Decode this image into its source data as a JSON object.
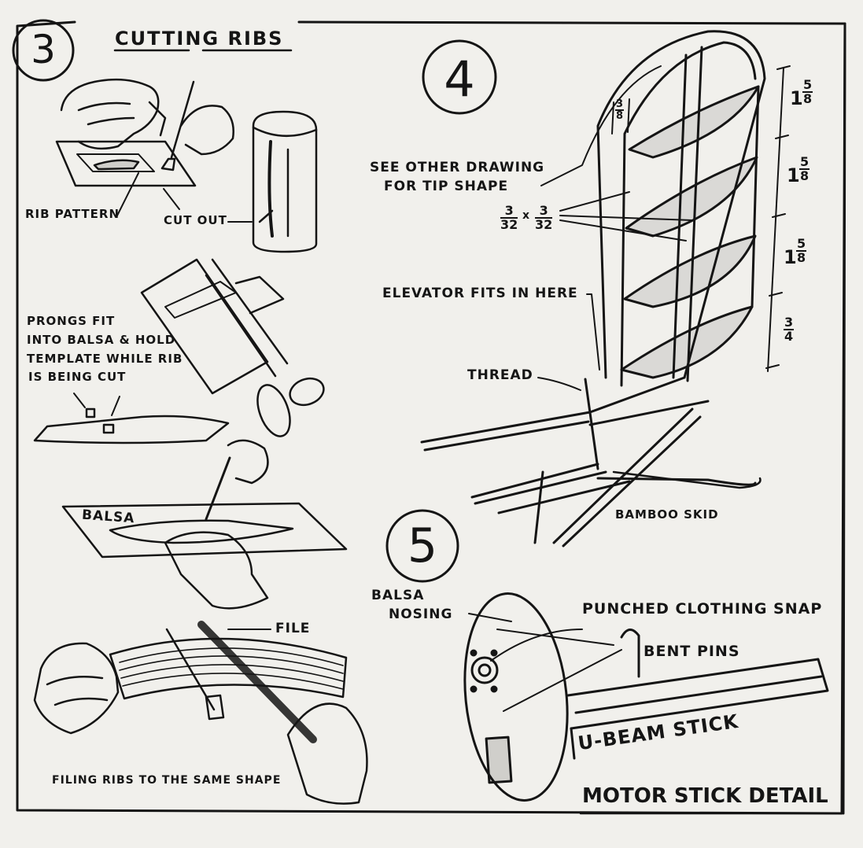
{
  "section3": {
    "number": "3",
    "title": "CUTTING RIBS",
    "rib_pattern": "RIB PATTERN",
    "cut_out": "CUT OUT",
    "prongs_note": [
      "PRONGS FIT",
      "INTO BALSA & HOLD",
      "TEMPLATE WHILE RIB",
      "IS BEING CUT"
    ],
    "balsa": "BALSA",
    "file": "FILE",
    "filing_caption": "FILING RIBS TO THE SAME SHAPE"
  },
  "section4": {
    "number": "4",
    "tip_note": [
      "SEE OTHER DRAWING",
      "FOR TIP SHAPE"
    ],
    "spar_size": "3/32 x 3/32",
    "spar_size_parts": {
      "a_num": "3",
      "a_den": "32",
      "x": "x",
      "b_num": "3",
      "b_den": "32"
    },
    "elevator_note": "ELEVATOR FITS IN HERE",
    "thread": "THREAD",
    "skid": "BAMBOO SKID",
    "dimensions": [
      {
        "whole": "1",
        "num": "5",
        "den": "8"
      },
      {
        "whole": "1",
        "num": "5",
        "den": "8"
      },
      {
        "whole": "1",
        "num": "5",
        "den": "8"
      },
      {
        "whole": "",
        "num": "3",
        "den": "4"
      }
    ],
    "top_dim": {
      "num": "3",
      "den": "8"
    }
  },
  "section5": {
    "number": "5",
    "nosing": [
      "BALSA",
      "NOSING"
    ],
    "snap": "PUNCHED CLOTHING SNAP",
    "pins": "BENT PINS",
    "stick": "U-BEAM STICK",
    "caption": "MOTOR STICK DETAIL"
  },
  "colors": {
    "ink": "#151515",
    "paper": "#f1f0ec"
  }
}
